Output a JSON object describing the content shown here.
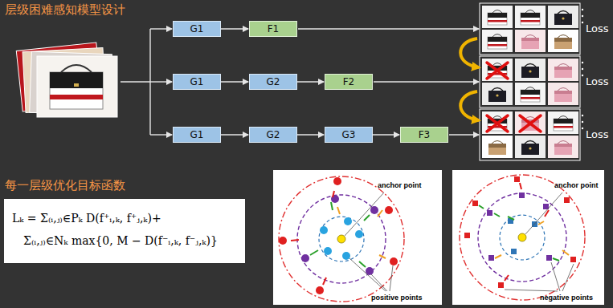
{
  "diagram": {
    "title": "层级困难感知模型设计",
    "nodes": [
      {
        "text": [
          "G1"
        ]
      },
      {
        "text": [
          "F1"
        ]
      },
      {
        "text": [
          "G1"
        ]
      },
      {
        "text": [
          "G2"
        ]
      },
      {
        "text": [
          "F2"
        ]
      },
      {
        "text": [
          "G1"
        ]
      },
      {
        "text": [
          "G2"
        ]
      },
      {
        "text": [
          "G3"
        ]
      },
      {
        "text": [
          "F3"
        ]
      },
      {
        "text": [
          "Lₖ = Σ₍ᵢ,ⱼ₎∈Pₖ D(f⁺ᵢ,ₖ, f⁺ⱼ,ₖ)+",
          "Σ₍ᵢ,ⱼ₎∈Nₖ max{0, M − D(f⁻ᵢ,ₖ, f⁻ⱼ,ₖ)}"
        ]
      }
    ],
    "edges": [
      {
        "from": 0,
        "to": 1,
        "arrow": "to"
      },
      {
        "from": 2,
        "to": 3,
        "arrow": "to"
      },
      {
        "from": 3,
        "to": 4,
        "arrow": "to"
      },
      {
        "from": 5,
        "to": 6,
        "arrow": "to"
      },
      {
        "from": 6,
        "to": 7,
        "arrow": "to"
      },
      {
        "from": 7,
        "to": 8,
        "arrow": "to"
      }
    ],
    "labels": [
      "Loss",
      "Loss",
      "Loss",
      "每一层级优化目标函数",
      "anchor point",
      "positive points",
      "anchor point",
      "negative points"
    ]
  }
}
